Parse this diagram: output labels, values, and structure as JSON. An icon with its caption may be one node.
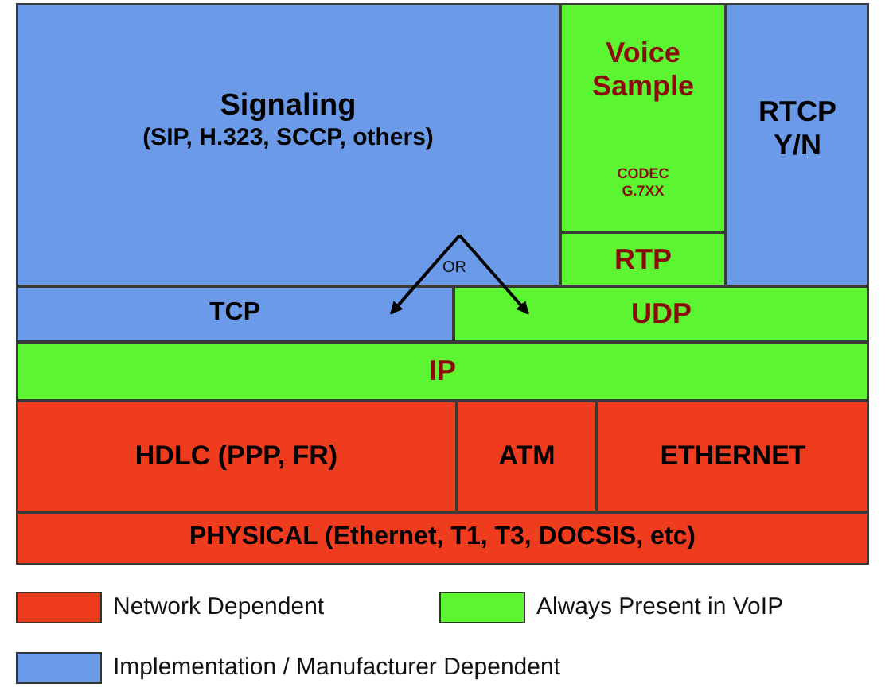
{
  "diagram": {
    "nodes": [
      {
        "text": [
          "Signaling",
          "(SIP, H.323, SCCP, others)"
        ]
      },
      {
        "text": [
          "Voice Sample",
          "CODEC G.7XX"
        ]
      },
      {
        "text": [
          "RTCP Y/N"
        ]
      },
      {
        "text": [
          "RTP"
        ]
      },
      {
        "text": [
          "TCP"
        ]
      },
      {
        "text": [
          "UDP"
        ]
      },
      {
        "text": [
          "IP"
        ]
      },
      {
        "text": [
          "HDLC (PPP, FR)"
        ]
      },
      {
        "text": [
          "ATM"
        ]
      },
      {
        "text": [
          "ETHERNET"
        ]
      },
      {
        "text": [
          "PHYSICAL (Ethernet, T1, T3, DOCSIS, etc)"
        ]
      }
    ],
    "edges": [
      {
        "from": 0,
        "to": 4,
        "arrow": "to"
      },
      {
        "from": 0,
        "to": 5,
        "arrow": "to"
      }
    ],
    "labels": [
      "OR"
    ],
    "legend": [
      {
        "text": "Network Dependent",
        "color": "#f03c1e"
      },
      {
        "text": "Always Present in VoIP",
        "color": "#5cf532"
      },
      {
        "text": "Implementation / Manufacturer Dependent",
        "color": "#6b9be8"
      }
    ]
  }
}
